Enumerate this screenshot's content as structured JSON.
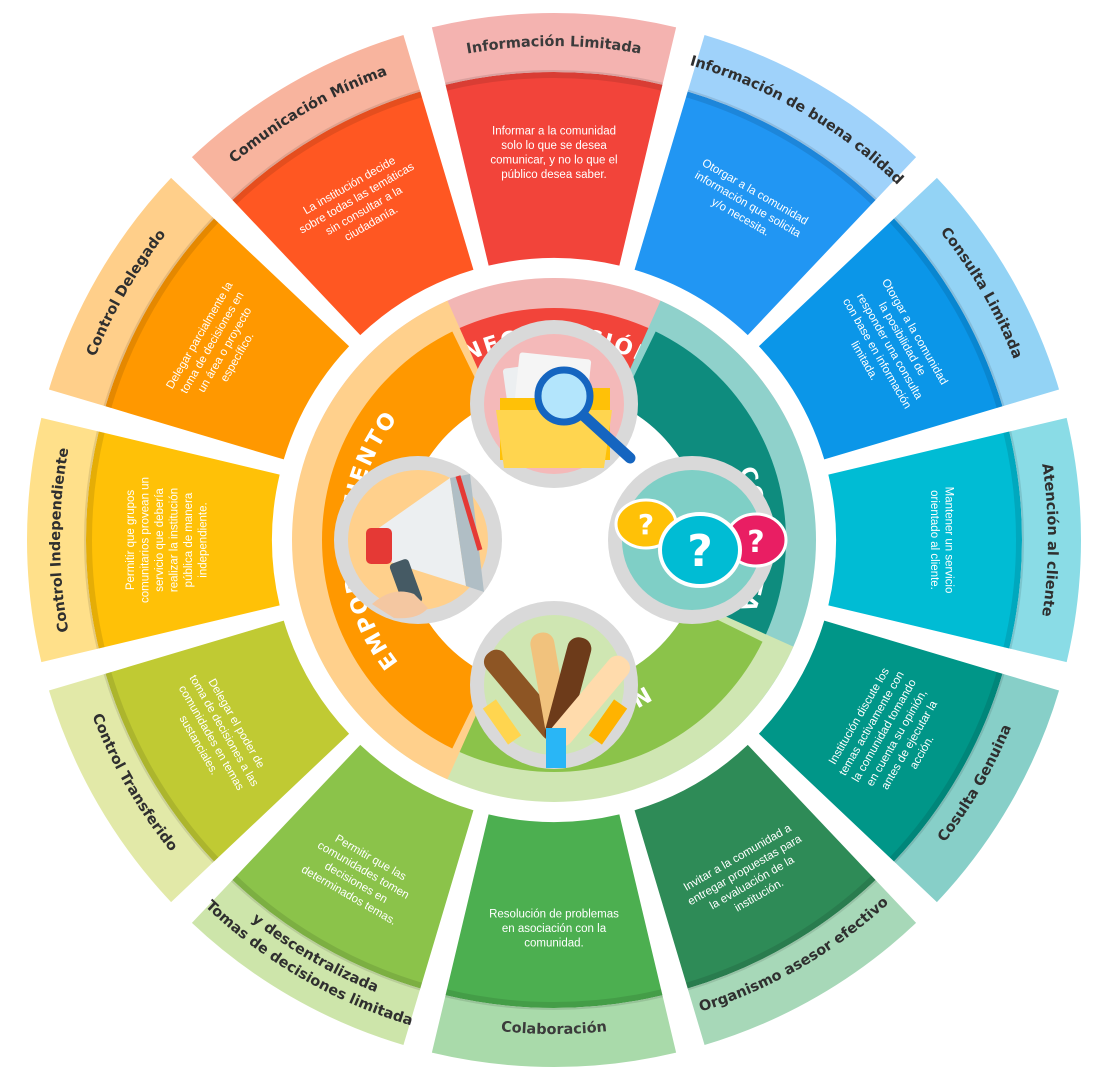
{
  "hubs": [
    {
      "id": "informacion",
      "label": "INFORMACIÓN",
      "icon": "folder-magnifier-icon",
      "color": "#F2443A",
      "light": "#F2B6B4"
    },
    {
      "id": "consulta",
      "label": "CONSULTA",
      "icon": "speech-bubbles-question-icon",
      "color": "#0E8C7E",
      "light": "#8FD1CB"
    },
    {
      "id": "participacion",
      "label": "PARTICIPACIÓN",
      "icon": "joined-hands-icon",
      "color": "#8BC34A",
      "light": "#CFE6B2"
    },
    {
      "id": "empoderamiento",
      "label": "EMPODERAMIENTO",
      "icon": "megaphone-icon",
      "color": "#FF9800",
      "light": "#FFD08C"
    }
  ],
  "segments": [
    {
      "id": "informacion-limitada",
      "title": "Información Limitada",
      "desc": [
        "Informar a la comunidad",
        "solo lo que se desea",
        "comunicar, y no lo que el",
        "público desea saber."
      ],
      "color": "#F2443A",
      "band": "#F4B3B0"
    },
    {
      "id": "informacion-buena-calidad",
      "title": "Información de buena calidad",
      "desc": [
        "Otorgar a la comunidad",
        "información que solicita",
        "y/o necesita."
      ],
      "color": "#2196F3",
      "band": "#9FD2FA"
    },
    {
      "id": "consulta-limitada",
      "title": "Consulta Limitada",
      "desc": [
        "Otorgar a la comunidad",
        "la posibilidad de",
        "responder una consulta",
        "con base en información",
        "limitada."
      ],
      "color": "#0B96E8",
      "band": "#93D3F5"
    },
    {
      "id": "atencion-cliente",
      "title": "Atención al cliente",
      "desc": [
        "Mantener un servicio",
        "orientado al cliente."
      ],
      "color": "#00BCD4",
      "band": "#8ADCE6"
    },
    {
      "id": "consulta-genuina",
      "title": "Cosulta Genuina",
      "desc": [
        "Institución discute los",
        "temas activamente con",
        "la comunidad tomando",
        "en cuenta su opinión,",
        "antes de ejecutar la",
        "acción."
      ],
      "color": "#009688",
      "band": "#87CFC8"
    },
    {
      "id": "organismo-asesor",
      "title": "Organismo asesor efectivo",
      "desc": [
        "Invitar a la comunidad a",
        "entregar propuestas para",
        "la evaluación de la",
        "institución."
      ],
      "color": "#2E8B57",
      "band": "#A7D8B8"
    },
    {
      "id": "colaboracion",
      "title": "Colaboración",
      "desc": [
        "Resolución de problemas",
        "en asociación con la",
        "comunidad."
      ],
      "color": "#4CAF50",
      "band": "#A9DAAA"
    },
    {
      "id": "tomas-decisiones",
      "title": "Tomas de decisiones limitada",
      "title2": "y descentralizada",
      "desc": [
        "Permitir que las",
        "comunidades tomen",
        "decisiones en",
        "determinados temas."
      ],
      "color": "#8BC34A",
      "band": "#CDE5AA"
    },
    {
      "id": "control-transferido",
      "title": "Control Transferido",
      "desc": [
        "Delegar el poder de",
        "toma de decisiones a las",
        "comunidades en temas",
        "sustanciales."
      ],
      "color": "#C0CA33",
      "band": "#E2E9A8"
    },
    {
      "id": "control-independiente",
      "title": "Control Independiente",
      "desc": [
        "Permitir que grupos",
        "comunitarios provean un",
        "servicio que debería",
        "realizar la institución",
        "pública de manera",
        "independiente."
      ],
      "color": "#FFC107",
      "band": "#FFE08A"
    },
    {
      "id": "control-delegado",
      "title": "Control Delegado",
      "desc": [
        "Delegar parcialmente la",
        "toma de decisiones en",
        "un área o proyecto",
        "específico."
      ],
      "color": "#FF9800",
      "band": "#FFCF8A"
    },
    {
      "id": "comunicacion-minima",
      "title": "Comunicación Mínima",
      "desc": [
        "La institución decide",
        "sobre todas las temáticas",
        "sin consultar a la",
        "ciudadanía."
      ],
      "color": "#FF5722",
      "band": "#F8B49E"
    }
  ]
}
